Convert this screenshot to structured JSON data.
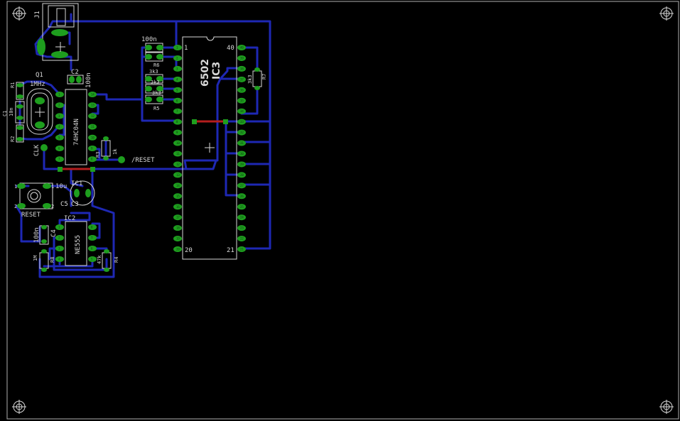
{
  "colors": {
    "background": "#000000",
    "trace": "#1e28b4",
    "bottom_trace": "#b41e1e",
    "pad": "#1e9e1e",
    "silkscreen": "#d8d8d8",
    "outline": "#b0b0b0"
  },
  "board": {
    "mounting_hole_icon": "crosshair-circle-icon",
    "origin_icon": "crosshair-icon"
  },
  "labels": {
    "j1": "J1",
    "q1": "Q1",
    "q1_value": "1MHz",
    "r1": "R1",
    "r2": "R2",
    "c1": "C1",
    "c1_value": "10n",
    "c2": "C2",
    "c2_value": "100n",
    "clk": "CLK",
    "ic_74": "74HC04N",
    "r3": "R3",
    "r3_value": "1k",
    "reset_net": "/RESET",
    "c_top_value": "100n",
    "r6": "R6",
    "r5": "R5",
    "r6_value": "3k3",
    "r4b_value": "3k3",
    "r5_value": "3k3",
    "cpu_part": "6502",
    "cpu_ref": "IC3",
    "cpu_pin1": "1",
    "cpu_pin20": "20",
    "cpu_pin21": "21",
    "cpu_pin40": "40",
    "r7": "R7",
    "r7_value": "3k3",
    "ic1": "IC1",
    "c5": "C5",
    "c3": "C3",
    "c3_value": "10u",
    "reset_button": "RESET",
    "ic2": "IC2",
    "ne555": "NE555",
    "c4": "C4",
    "c4_value": "100n",
    "r8": "R8",
    "r8_value": "1M",
    "r4": "R4",
    "r4_value": "47k",
    "btn_pad_tl": "1",
    "btn_pad_tr": "1",
    "btn_pad_bl": "2",
    "btn_pad_br": "2"
  }
}
